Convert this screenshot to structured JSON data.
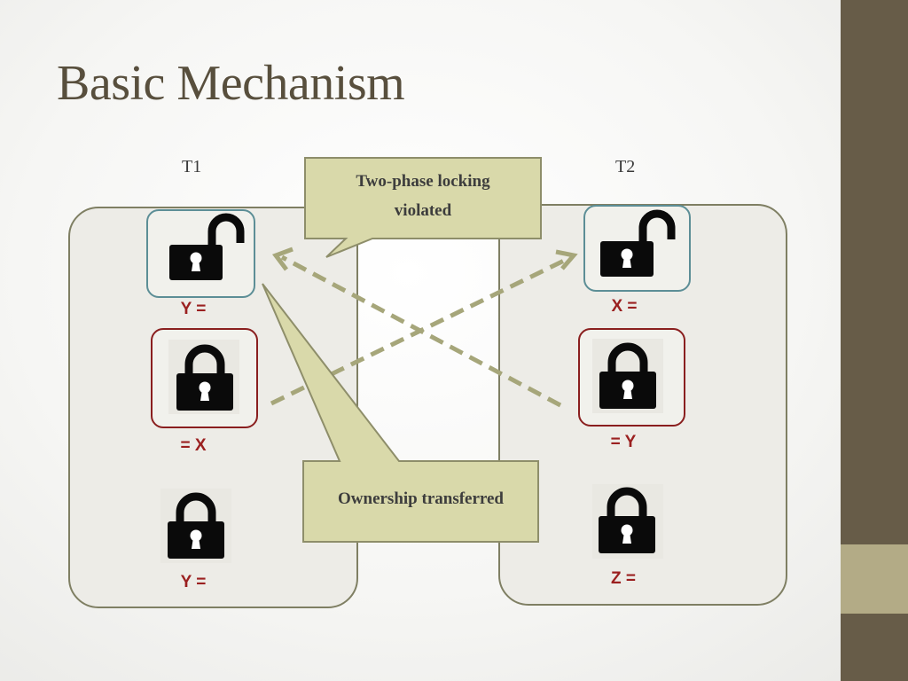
{
  "slide": {
    "title": "Basic Mechanism",
    "colors": {
      "sidebar": "#675c48",
      "sidebar_accent": "#b3ab86",
      "panel_fill": "#edece7",
      "panel_border": "#7f7f63",
      "open_lock_frame": "#5c8e96",
      "held_lock_frame": "#8a1f1f",
      "variable_text": "#9b2020",
      "callout_fill": "#d9d9aa",
      "arrow": "#a6a67a"
    }
  },
  "diagram": {
    "transactions": [
      {
        "label": "T1",
        "locks": [
          {
            "state": "open",
            "icon": "unlocked-padlock-icon",
            "label": "Y ="
          },
          {
            "state": "held",
            "icon": "locked-padlock-icon",
            "label": "= X"
          },
          {
            "state": "plain",
            "icon": "locked-padlock-icon",
            "label": "Y ="
          }
        ]
      },
      {
        "label": "T2",
        "locks": [
          {
            "state": "open",
            "icon": "unlocked-padlock-icon",
            "label": "X ="
          },
          {
            "state": "held",
            "icon": "locked-padlock-icon",
            "label": "= Y"
          },
          {
            "state": "plain",
            "icon": "locked-padlock-icon",
            "label": "Z ="
          }
        ]
      }
    ],
    "callouts": {
      "two_phase_line1": "Two-phase locking",
      "two_phase_line2": "violated",
      "ownership": "Ownership transferred"
    }
  }
}
